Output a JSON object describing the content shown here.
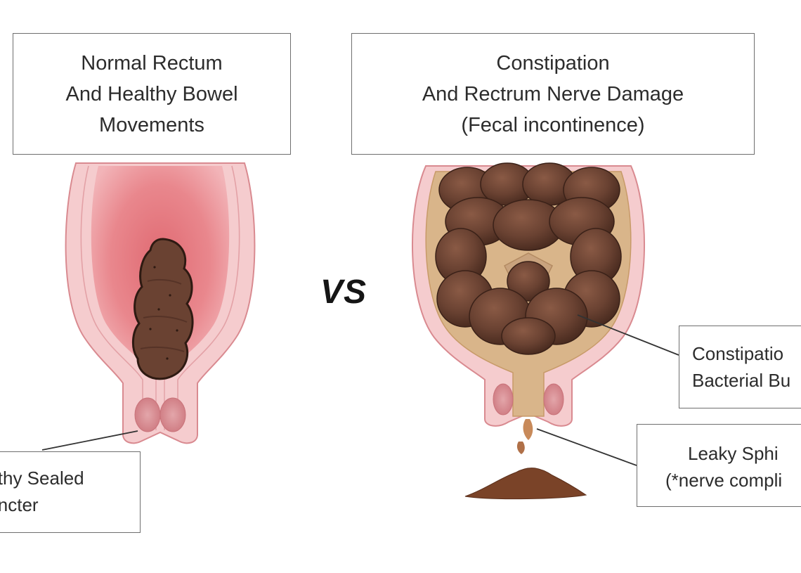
{
  "title_left": {
    "line1": "Normal Rectum",
    "line2": "And Healthy Bowel",
    "line3": "Movements"
  },
  "title_right": {
    "line1": "Constipation",
    "line2": "And Rectrum Nerve Damage",
    "line3": "(Fecal incontinence)"
  },
  "vs_text": "VS",
  "label_left": {
    "line1": "lthy Sealed",
    "line2": "incter"
  },
  "label_right_top": {
    "line1": "Constipatio",
    "line2": "Bacterial Bu"
  },
  "label_right_bottom": {
    "line1": "Leaky Sphi",
    "line2": "(*nerve compli"
  },
  "colors": {
    "tissue_outer": "#f3c9cc",
    "tissue_line": "#dd8a90",
    "lumen": "#e7848a",
    "stool": "#6a4232",
    "stool_dark": "#4a2b20"
  }
}
